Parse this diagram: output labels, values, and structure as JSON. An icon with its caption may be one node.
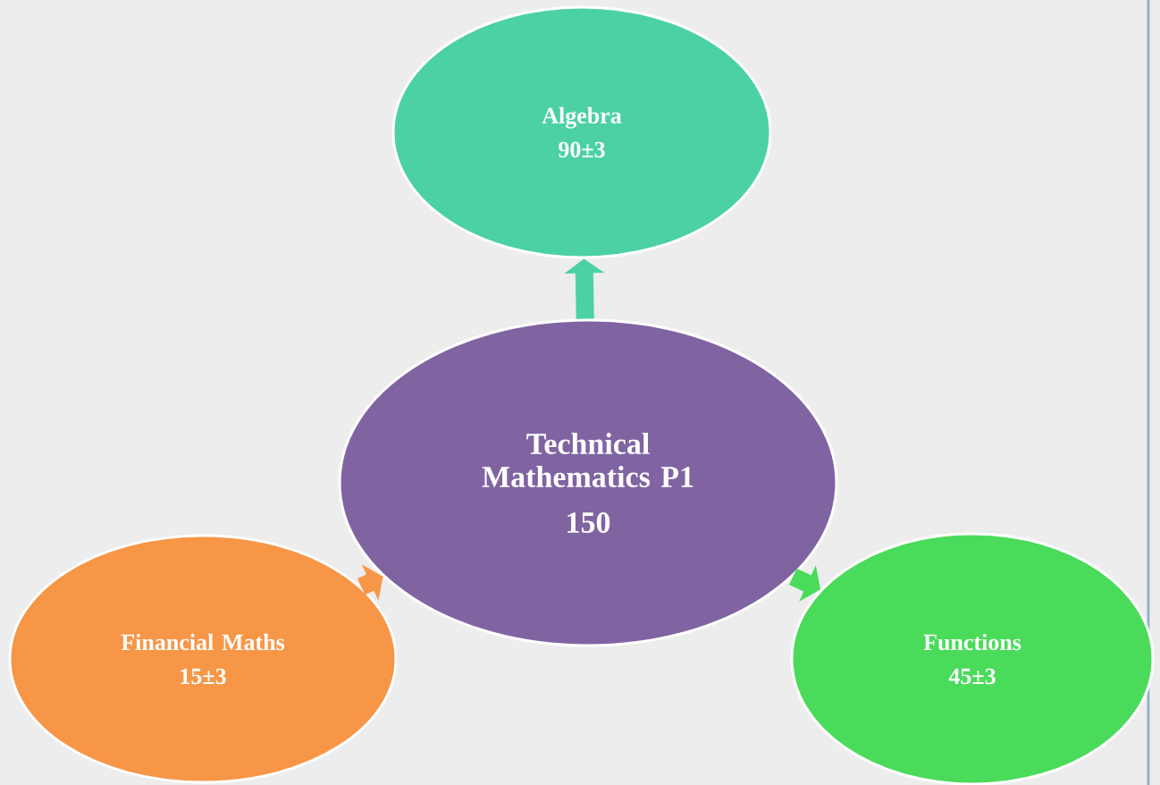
{
  "diagram": {
    "nodes": [
      {
        "text": [
          "Algebra",
          "90±3"
        ]
      },
      {
        "text": [
          "Technical Mathematics P1",
          "150"
        ]
      },
      {
        "text": [
          "Financial Maths",
          "15±3"
        ]
      },
      {
        "text": [
          "Functions",
          "45±3"
        ]
      }
    ],
    "edges": [
      {
        "from": 1,
        "to": 0,
        "arrow": "to",
        "color": "#4bd1a5"
      },
      {
        "from": 2,
        "to": 1,
        "arrow": "to",
        "color": "#f79646"
      },
      {
        "from": 1,
        "to": 3,
        "arrow": "to",
        "color": "#4adb5a"
      }
    ]
  }
}
